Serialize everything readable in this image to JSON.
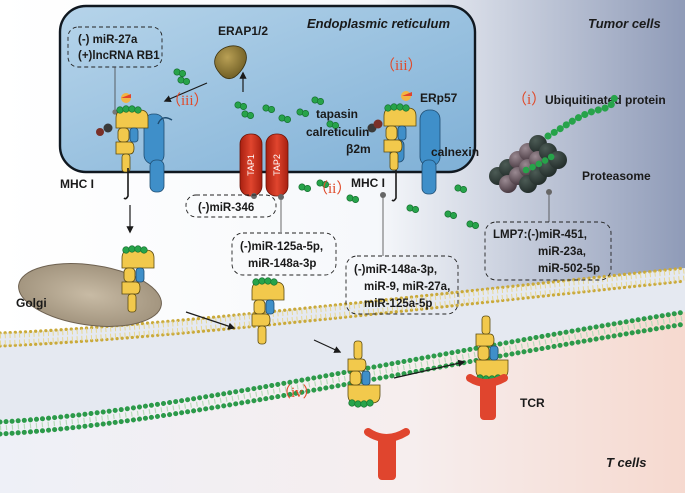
{
  "regions": {
    "tumor_cells": "Tumor cells",
    "t_cells": "T cells",
    "er": "Endoplasmic reticulum",
    "golgi": "Golgi"
  },
  "labels": {
    "erap": "ERAP1/2",
    "tapasin": "tapasin",
    "calreticulin": "calreticulin",
    "b2m": "β2m",
    "erp57": "ERp57",
    "calnexin": "calnexin",
    "mhc1_left": "MHC I",
    "mhc1_mid": "MHC I",
    "tap1": "TAP1",
    "tap2": "TAP2",
    "ubiquitinated": "Ubiquitinated protein",
    "proteasome": "Proteasome",
    "tcr": "TCR"
  },
  "steps": {
    "i": "（i）",
    "ii": "（ii）",
    "iii_left": "（iii）",
    "iii_right": "（iii）",
    "iv": "（iv）"
  },
  "mirna_boxes": {
    "er_box": [
      "(-) miR-27a",
      "(+)lncRNA RB1"
    ],
    "tap1_box": [
      "(-)miR-346"
    ],
    "tap2_box": [
      "(-)miR-125a-5p,",
      "miR-148a-3p"
    ],
    "mhc_box": [
      "(-)miR-148a-3p,",
      "miR-9, miR-27a,",
      "miR-125a-5p"
    ],
    "lmp7_box": [
      "LMP7:(-)miR-451,",
      "miR-23a,",
      "miR-502-5p"
    ]
  },
  "colors": {
    "er_fill": "#9ec3de",
    "tap": "#d4311f",
    "peptide": "#27a34a",
    "mhc_heavy": "#f2c94c",
    "mhc_blue": "#3f8fc9",
    "membrane_head": "#d8b84a",
    "tcr": "#e0452e",
    "proteasome": "#5e4a52",
    "erap": "#8a7430",
    "roman": "#e04a2a"
  }
}
